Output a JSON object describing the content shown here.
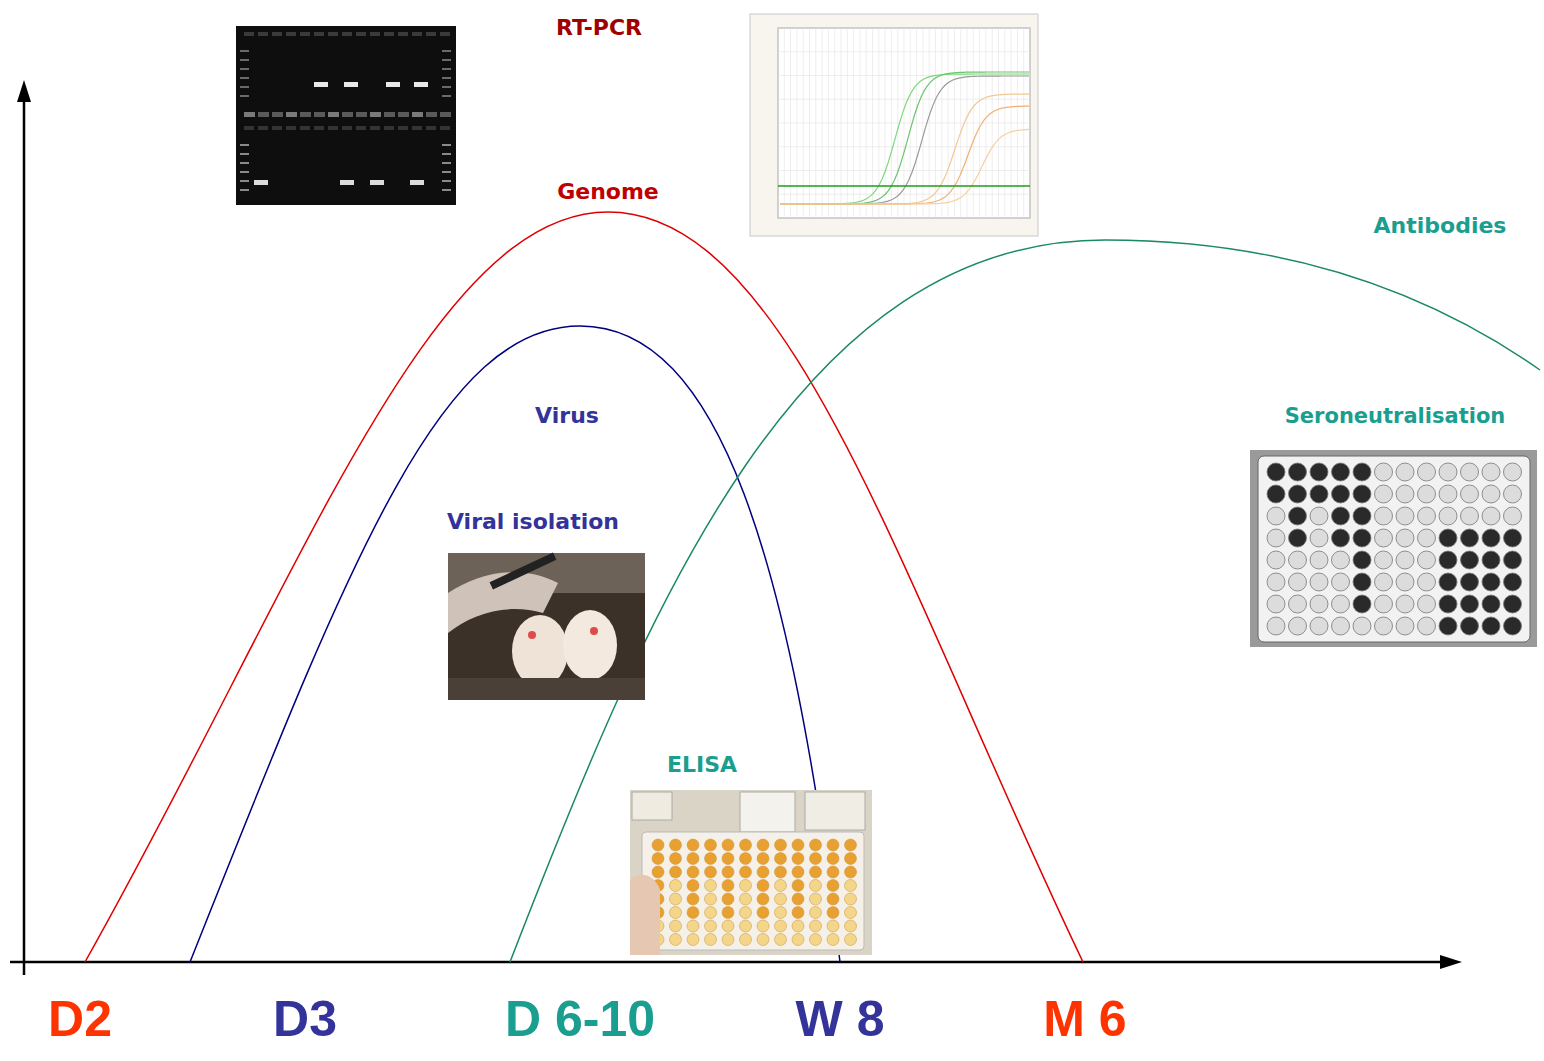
{
  "diagram": {
    "labels": [
      "RT-PCR",
      "Genome",
      "Antibodies",
      "Virus",
      "Seroneutralisation",
      "Viral isolation",
      "ELISA",
      "D2",
      "D3",
      "D 6-10",
      "W 8",
      "M 6"
    ]
  }
}
